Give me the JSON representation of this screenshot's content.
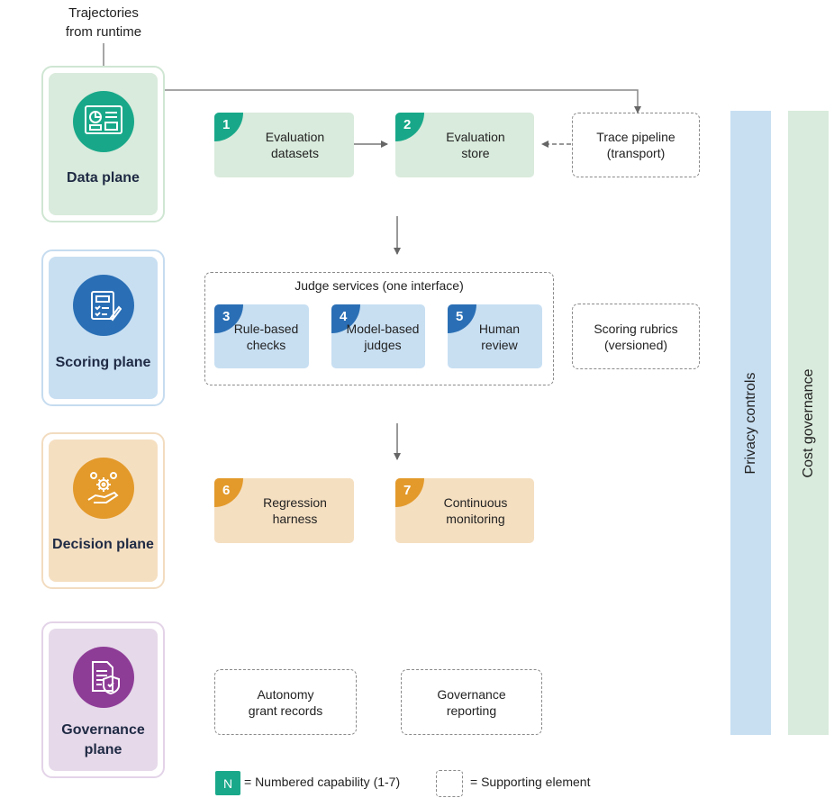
{
  "source_label": "Trajectories\nfrom runtime",
  "planes": [
    {
      "label": "Data plane",
      "icon": "dashboard-chart-icon",
      "color": "#18a889"
    },
    {
      "label": "Scoring plane",
      "icon": "scoring-checklist-icon",
      "color": "#2a6fb5"
    },
    {
      "label": "Decision plane",
      "icon": "hand-gears-icon",
      "color": "#e39a2b"
    },
    {
      "label": "Governance\nplane",
      "icon": "document-shield-icon",
      "color": "#8e3d97"
    }
  ],
  "capabilities": [
    {
      "num": "1",
      "label": "Evaluation\ndatasets"
    },
    {
      "num": "2",
      "label": "Evaluation\nstore"
    },
    {
      "num": "3",
      "label": "Rule-based\nchecks"
    },
    {
      "num": "4",
      "label": "Model-based\njudges"
    },
    {
      "num": "5",
      "label": "Human\nreview"
    },
    {
      "num": "6",
      "label": "Regression\nharness"
    },
    {
      "num": "7",
      "label": "Continuous\nmonitoring"
    }
  ],
  "supporting": {
    "trace_pipeline": "Trace pipeline\n(transport)",
    "judge_services": "Judge services (one interface)",
    "scoring_rubrics": "Scoring rubrics\n(versioned)",
    "autonomy_records": "Autonomy\ngrant records",
    "governance_reporting": "Governance\nreporting"
  },
  "side_bars": {
    "privacy": "Privacy controls",
    "cost": "Cost governance"
  },
  "legend": {
    "numbered_symbol": "N",
    "numbered_text": "= Numbered capability (1-7)",
    "supporting_text": "= Supporting element"
  },
  "colors": {
    "data_fill": "#d9ebdc",
    "data_accent": "#18a889",
    "scoring_fill": "#c8dff2",
    "scoring_accent": "#2a6fb5",
    "decision_fill": "#f5dfc1",
    "decision_accent": "#e39a2b",
    "governance_fill": "#e6d9ea",
    "privacy_bar": "#c8dff2",
    "cost_bar": "#d9ebdc"
  }
}
